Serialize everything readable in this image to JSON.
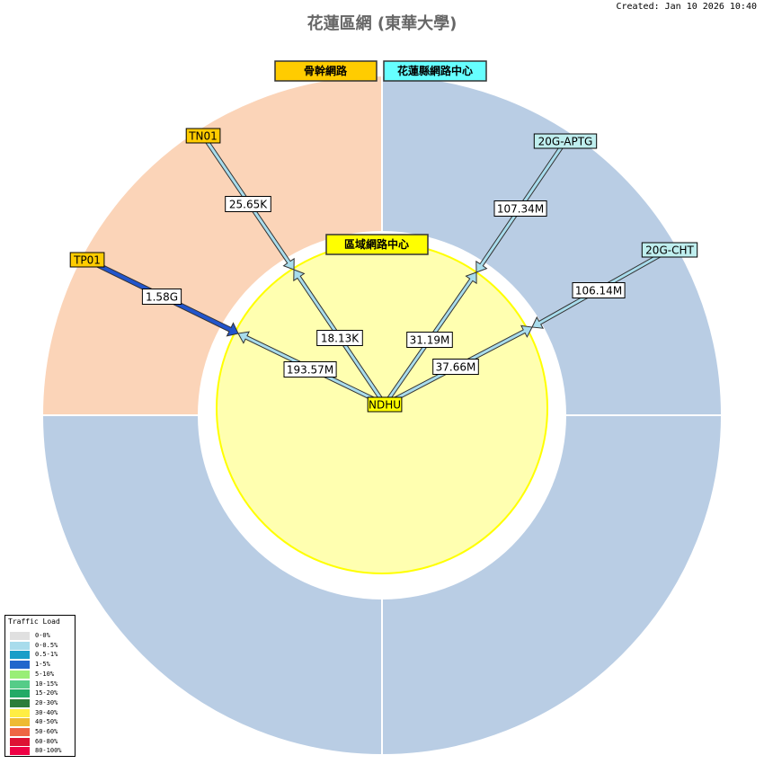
{
  "title": "花蓮區網 (東華大學)",
  "created": "Created: Jan 10 2026 10:40",
  "regions": {
    "backbone": {
      "label": "骨幹網路",
      "fill": "#fbd4b8",
      "label_bg": "#ffcc00"
    },
    "county": {
      "label": "花蓮縣網路中心",
      "fill": "#b9cde4",
      "label_bg": "#66ffff"
    },
    "regional": {
      "label": "區域網路中心",
      "fill": "#ffffb0",
      "border": "#ffff00",
      "label_bg": "#ffff00"
    }
  },
  "nodes": {
    "ndhu": {
      "label": "NDHU",
      "bg": "#ffff00"
    },
    "tn01": {
      "label": "TN01",
      "bg": "#ffcc00"
    },
    "tp01": {
      "label": "TP01",
      "bg": "#ffcc00"
    },
    "aptg": {
      "label": "20G-APTG",
      "bg": "#bfeeee"
    },
    "cht": {
      "label": "20G-CHT",
      "bg": "#bfeeee"
    }
  },
  "links": {
    "tn01": {
      "out_label": "25.65K",
      "in_label": "18.13K",
      "color": "#a8dcec"
    },
    "tp01": {
      "out_label": "1.58G",
      "in_label": "193.57M",
      "out_color": "#2255cc",
      "in_color": "#a8dcec"
    },
    "aptg": {
      "out_label": "107.34M",
      "in_label": "31.19M",
      "color": "#a8dcec"
    },
    "cht": {
      "out_label": "106.14M",
      "in_label": "37.66M",
      "color": "#a8dcec"
    }
  },
  "legend": {
    "title": "Traffic Load",
    "items": [
      {
        "label": "0-0%",
        "color": "#e0e0e0"
      },
      {
        "label": "0-0.5%",
        "color": "#a8dcec"
      },
      {
        "label": "0.5-1%",
        "color": "#1a9ec8"
      },
      {
        "label": "1-5%",
        "color": "#2266cc"
      },
      {
        "label": "5-10%",
        "color": "#99ee77"
      },
      {
        "label": "10-15%",
        "color": "#55cc88"
      },
      {
        "label": "15-20%",
        "color": "#22aa66"
      },
      {
        "label": "20-30%",
        "color": "#2d7d3a"
      },
      {
        "label": "30-40%",
        "color": "#ffee44"
      },
      {
        "label": "40-50%",
        "color": "#eebb33"
      },
      {
        "label": "50-60%",
        "color": "#ee6644"
      },
      {
        "label": "60-80%",
        "color": "#dd1133"
      },
      {
        "label": "80-100%",
        "color": "#ee0044"
      }
    ]
  }
}
